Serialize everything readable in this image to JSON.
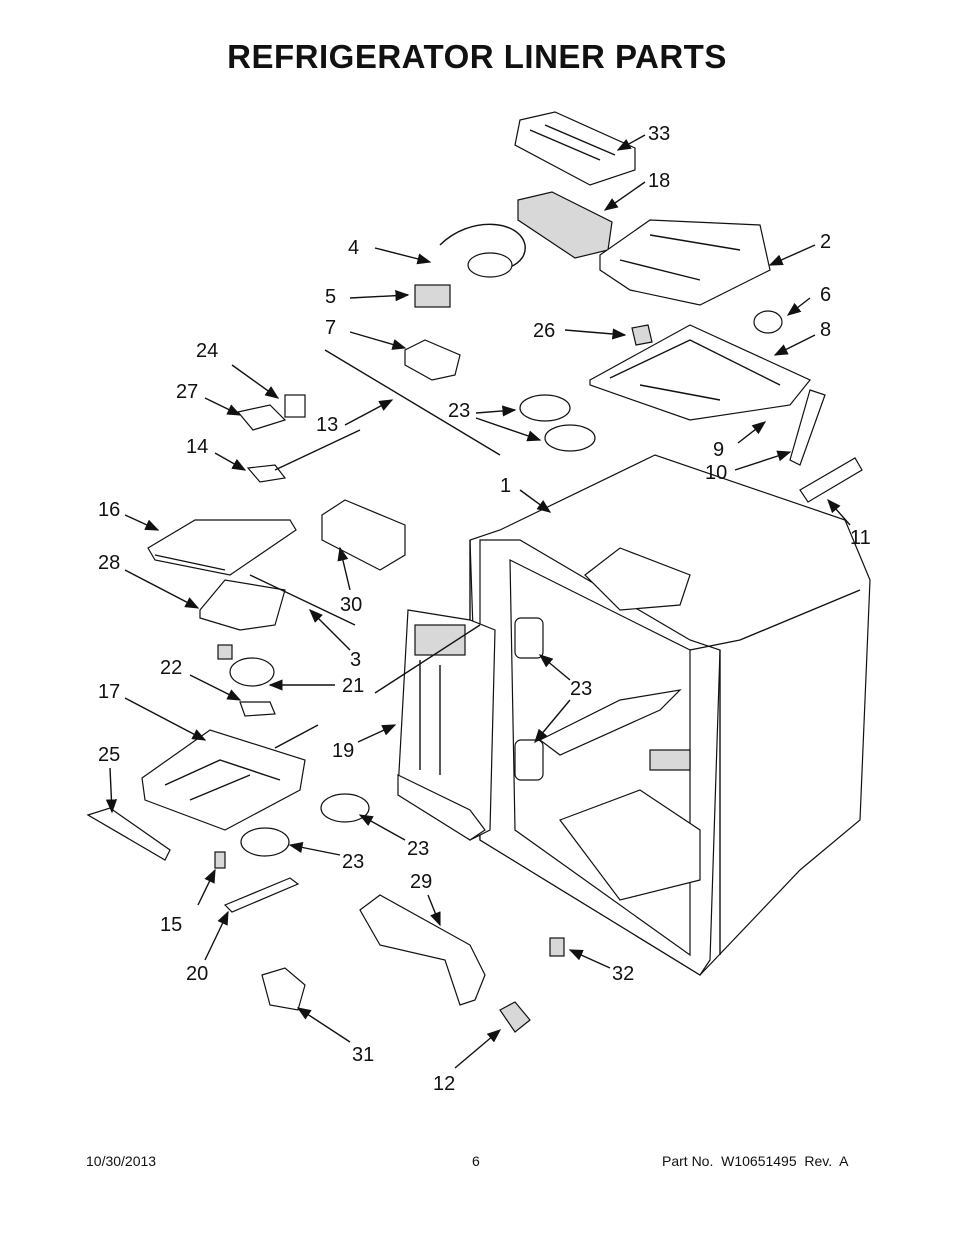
{
  "title": "REFRIGERATOR LINER PARTS",
  "footer": {
    "date": "10/30/2013",
    "page": "6",
    "part_no": "Part No.  W10651495  Rev.  A"
  },
  "callouts": [
    "33",
    "18",
    "4",
    "2",
    "5",
    "6",
    "7",
    "26",
    "8",
    "24",
    "27",
    "13",
    "23",
    "9",
    "14",
    "10",
    "1",
    "11",
    "16",
    "28",
    "30",
    "3",
    "22",
    "21",
    "23",
    "17",
    "19",
    "25",
    "23",
    "23",
    "15",
    "29",
    "20",
    "32",
    "31",
    "12"
  ]
}
